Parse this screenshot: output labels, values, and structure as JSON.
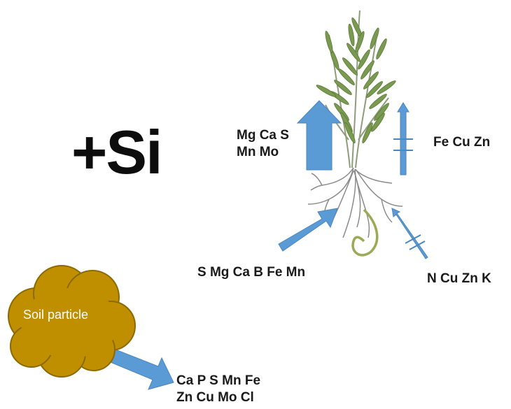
{
  "treatment_label": "+Si",
  "soil": {
    "label": "Soil particle"
  },
  "labels": {
    "shoot_increase_line1": "Mg Ca S",
    "shoot_increase_line2": "Mn Mo",
    "shoot_decrease": "Fe Cu Zn",
    "root_increase": "S Mg Ca B Fe Mn",
    "root_decrease": "N Cu Zn K",
    "soil_release_line1": "Ca P S Mn Fe",
    "soil_release_line2": "Zn Cu Mo Cl"
  },
  "colors": {
    "arrow": "#5b9bd5",
    "soil": "#bf8f00",
    "plant_leaf": "#7a9a52",
    "root": "#8c8c8c"
  },
  "icons": [
    "up-arrow",
    "diagonal-arrow",
    "blocked-arrow"
  ]
}
